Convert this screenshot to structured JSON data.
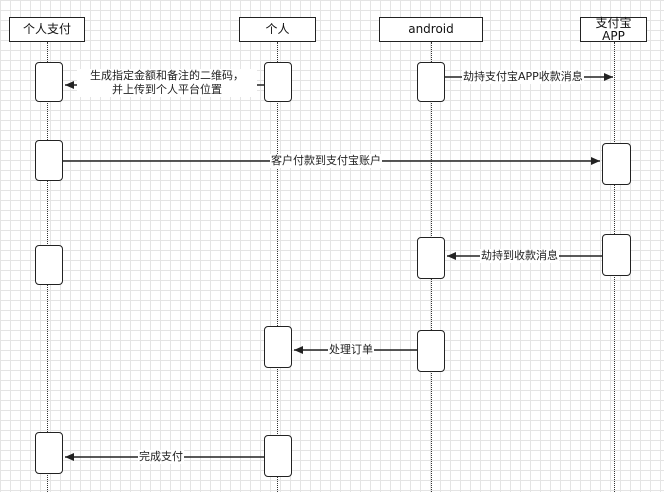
{
  "participants": [
    {
      "id": "personal_pay",
      "label": "个人支付"
    },
    {
      "id": "person",
      "label": "个人"
    },
    {
      "id": "android",
      "label": "android"
    },
    {
      "id": "alipay",
      "label_line1": "支付宝",
      "label_line2": "APP"
    }
  ],
  "messages": [
    {
      "id": "m1",
      "line1": "生成指定金额和备注的二维码，",
      "line2": "并上传到个人平台位置"
    },
    {
      "id": "m2",
      "text": "劫持支付宝APP收款消息"
    },
    {
      "id": "m3",
      "text": "客户付款到支付宝账户"
    },
    {
      "id": "m4",
      "text": "劫持到收款消息"
    },
    {
      "id": "m5",
      "text": "处理订单"
    },
    {
      "id": "m6",
      "text": "完成支付"
    }
  ]
}
